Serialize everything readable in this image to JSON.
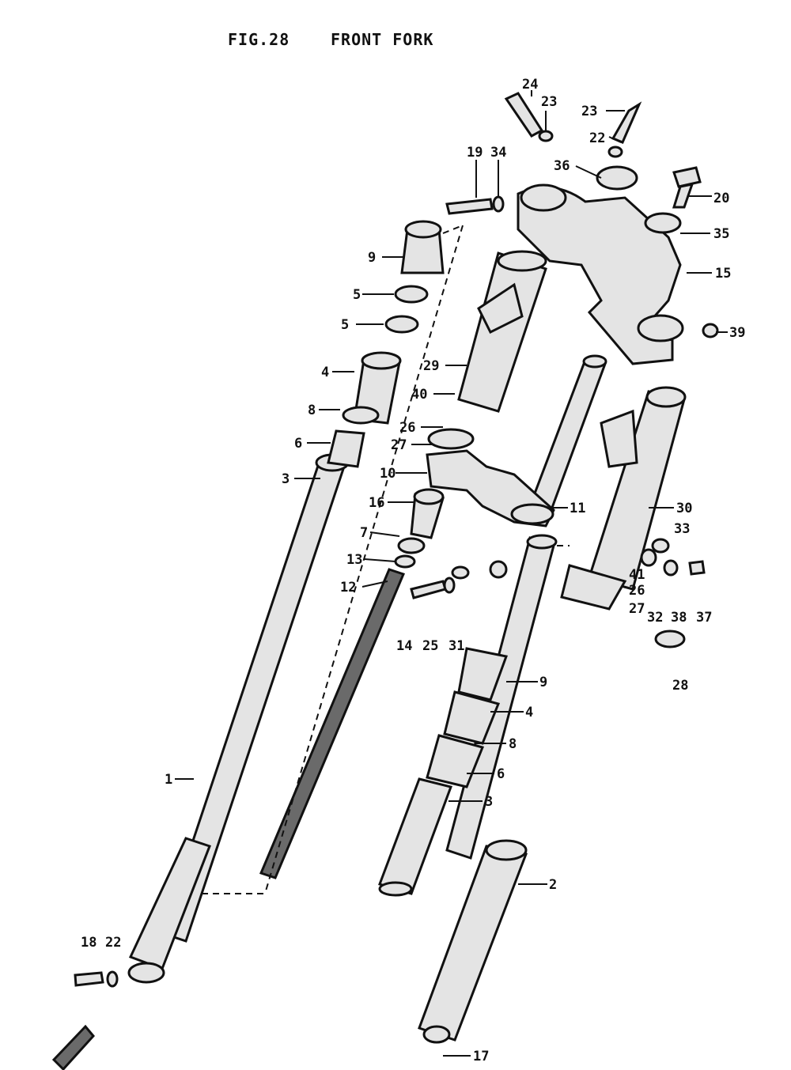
{
  "header": {
    "figure_number": "FIG.28",
    "title": "FRONT FORK"
  },
  "callouts": [
    "24",
    "23",
    "23",
    "22",
    "36",
    "19",
    "34",
    "20",
    "35",
    "9",
    "5",
    "5",
    "15",
    "39",
    "4",
    "29",
    "8",
    "40",
    "6",
    "26",
    "27",
    "3",
    "10",
    "11",
    "30",
    "16",
    "33",
    "7",
    "13",
    "41",
    "12",
    "26",
    "27",
    "32",
    "38",
    "37",
    "14",
    "25",
    "31",
    "28",
    "9",
    "4",
    "8",
    "6",
    "3",
    "1",
    "2",
    "18",
    "22",
    "17"
  ],
  "colors": {
    "ink": "#111111",
    "paper": "#ffffff",
    "part_fill": "#e4e4e4"
  }
}
